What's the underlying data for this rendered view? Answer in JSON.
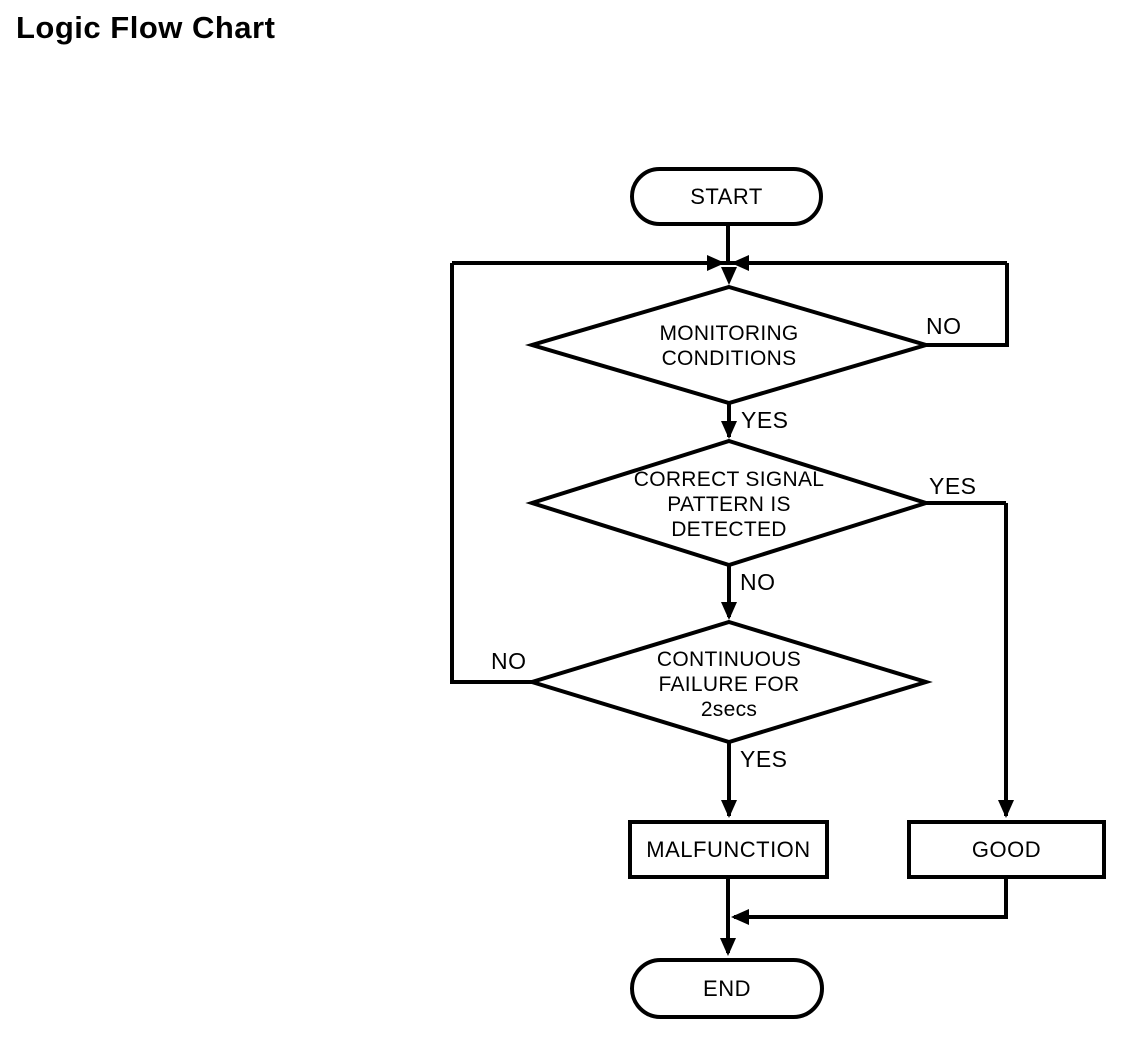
{
  "title": "Logic Flow Chart",
  "diagram": {
    "type": "flowchart",
    "colors": {
      "line": "#000000",
      "background": "#ffffff",
      "text": "#000000"
    },
    "nodes": {
      "start": {
        "label": "START",
        "shape": "terminator"
      },
      "monitoring": {
        "label": "MONITORING\nCONDITIONS",
        "shape": "decision"
      },
      "signal": {
        "label": "CORRECT SIGNAL\nPATTERN IS\nDETECTED",
        "shape": "decision"
      },
      "failure": {
        "label": "CONTINUOUS\nFAILURE FOR\n2secs",
        "shape": "decision"
      },
      "malfunction": {
        "label": "MALFUNCTION",
        "shape": "process"
      },
      "good": {
        "label": "GOOD",
        "shape": "process"
      },
      "end": {
        "label": "END",
        "shape": "terminator"
      }
    },
    "edges": {
      "start_to_monitoring": {
        "label": ""
      },
      "monitoring_no_loop": {
        "label": "NO"
      },
      "monitoring_yes": {
        "label": "YES"
      },
      "signal_yes_to_good": {
        "label": "YES"
      },
      "signal_no": {
        "label": "NO"
      },
      "failure_no_loop": {
        "label": "NO"
      },
      "failure_yes": {
        "label": "YES"
      }
    }
  }
}
